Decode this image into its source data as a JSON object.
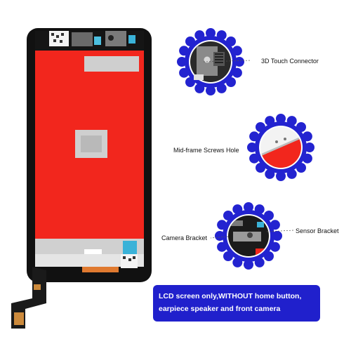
{
  "callouts": {
    "touch_connector": "3D Touch Connector",
    "midframe_holes": "Mid-frame Screws Hole",
    "camera_bracket": "Camera Bracket",
    "sensor_bracket": "Sensor Bracket"
  },
  "banner": {
    "line1": "LCD screen only,WITHOUT home button,",
    "line2": "earpiece speaker and front camera"
  },
  "colors": {
    "panel_red": "#f2261d",
    "frame_black": "#111111",
    "gear_blue": "#2323d0",
    "flex_orange": "#e07a30"
  }
}
